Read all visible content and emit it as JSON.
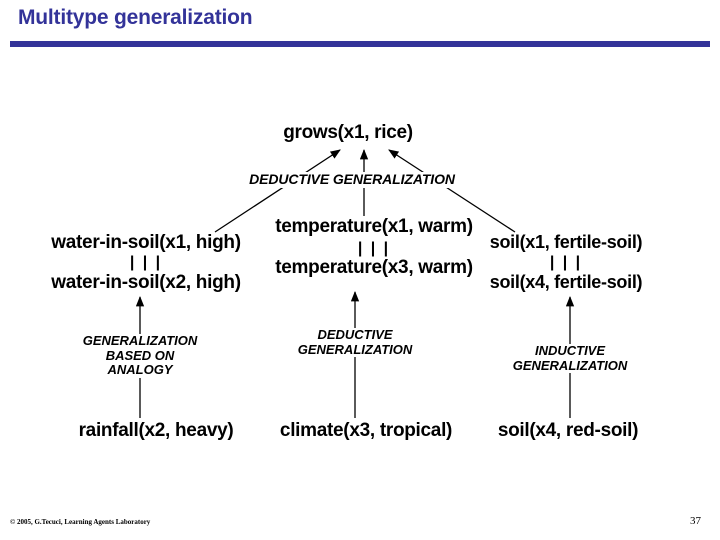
{
  "slide": {
    "title": "Multitype generalization",
    "accent_color": "#333399"
  },
  "diagram": {
    "top_node": {
      "label": "grows(x1, rice)"
    },
    "top_edge_label": {
      "label": "DEDUCTIVE GENERALIZATION"
    },
    "columns": [
      {
        "id": "left",
        "upper_node": "water-in-soil(x1, high)",
        "separator": "| | |",
        "lower_node": "water-in-soil(x2, high)",
        "edge_label_line1": "GENERALIZATION",
        "edge_label_line2": "BASED ON",
        "edge_label_line3": "ANALOGY",
        "leaf_node": "rainfall(x2, heavy)"
      },
      {
        "id": "middle",
        "upper_node": "temperature(x1, warm)",
        "separator": "| | |",
        "lower_node": "temperature(x3, warm)",
        "edge_label_line1": "DEDUCTIVE",
        "edge_label_line2": "GENERALIZATION",
        "edge_label_line3": "",
        "leaf_node": "climate(x3, tropical)"
      },
      {
        "id": "right",
        "upper_node": "soil(x1, fertile-soil)",
        "separator": "| | |",
        "lower_node": "soil(x4, fertile-soil)",
        "edge_label_line1": "INDUCTIVE",
        "edge_label_line2": "GENERALIZATION",
        "edge_label_line3": "",
        "leaf_node": "soil(x4, red-soil)"
      }
    ]
  },
  "footer": {
    "copyright": "© 2005, G.Tecuci, Learning Agents Laboratory",
    "page_number": "37"
  }
}
